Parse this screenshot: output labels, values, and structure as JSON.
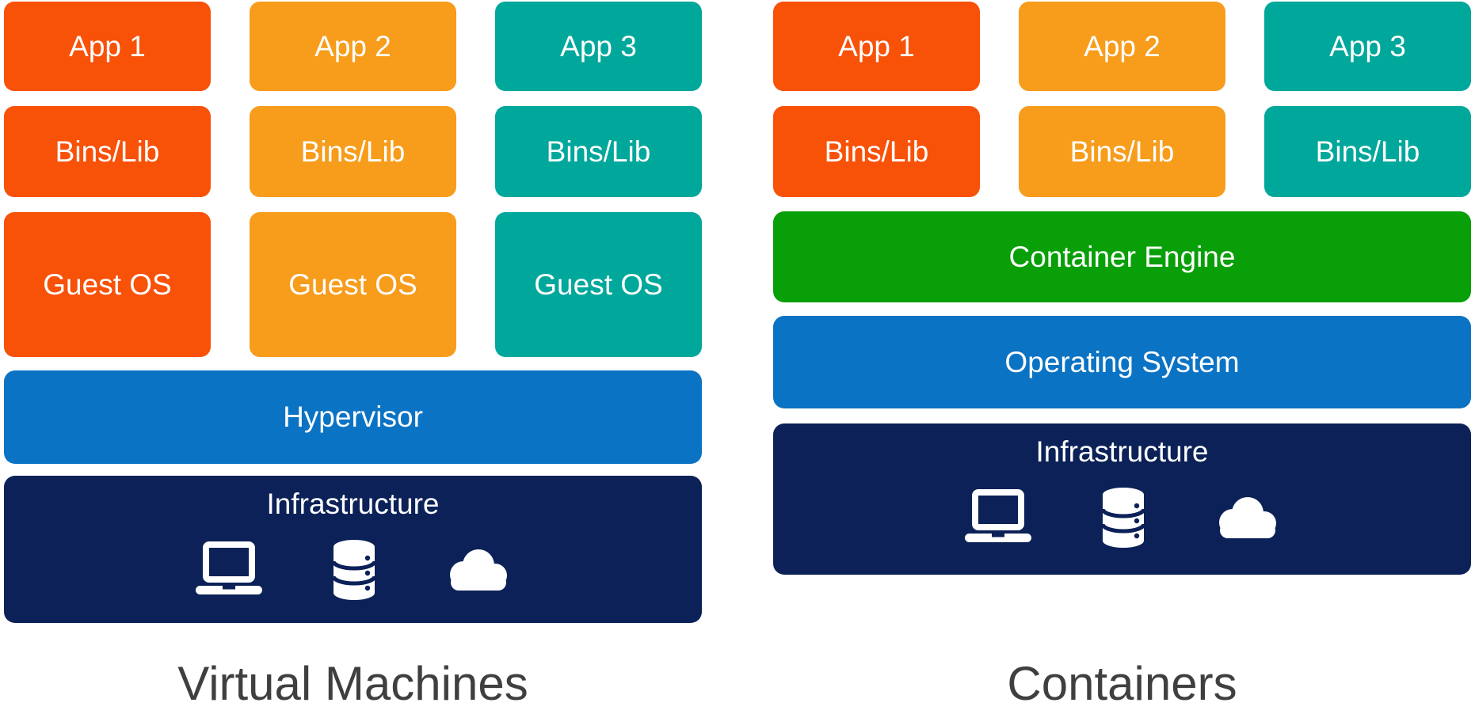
{
  "diagram": {
    "left": {
      "caption": "Virtual Machines",
      "columns": [
        {
          "app": "App 1",
          "bins": "Bins/Lib",
          "guest": "Guest OS",
          "color": "#F85108"
        },
        {
          "app": "App 2",
          "bins": "Bins/Lib",
          "guest": "Guest OS",
          "color": "#F79C1B"
        },
        {
          "app": "App 3",
          "bins": "Bins/Lib",
          "guest": "Guest OS",
          "color": "#00A79B"
        }
      ],
      "hypervisor": "Hypervisor",
      "infrastructure": "Infrastructure"
    },
    "right": {
      "caption": "Containers",
      "columns": [
        {
          "app": "App 1",
          "bins": "Bins/Lib",
          "color": "#F85108"
        },
        {
          "app": "App 2",
          "bins": "Bins/Lib",
          "color": "#F79C1B"
        },
        {
          "app": "App 3",
          "bins": "Bins/Lib",
          "color": "#00A79B"
        }
      ],
      "container_engine": "Container Engine",
      "operating_system": "Operating System",
      "infrastructure": "Infrastructure"
    },
    "infrastructure_icons": [
      "laptop-icon",
      "database-icon",
      "cloud-icon"
    ],
    "colors": {
      "app1_red_orange": "#F85108",
      "app2_orange": "#F79C1B",
      "app3_teal": "#00A79B",
      "hypervisor_blue": "#0B73C4",
      "operating_system_blue": "#0B73C4",
      "container_engine_green": "#089F08",
      "infrastructure_navy": "#0B2157",
      "box_text_white": "#FFFFFF",
      "caption_gray": "#3F3F3F",
      "background": "#FFFFFF"
    }
  }
}
